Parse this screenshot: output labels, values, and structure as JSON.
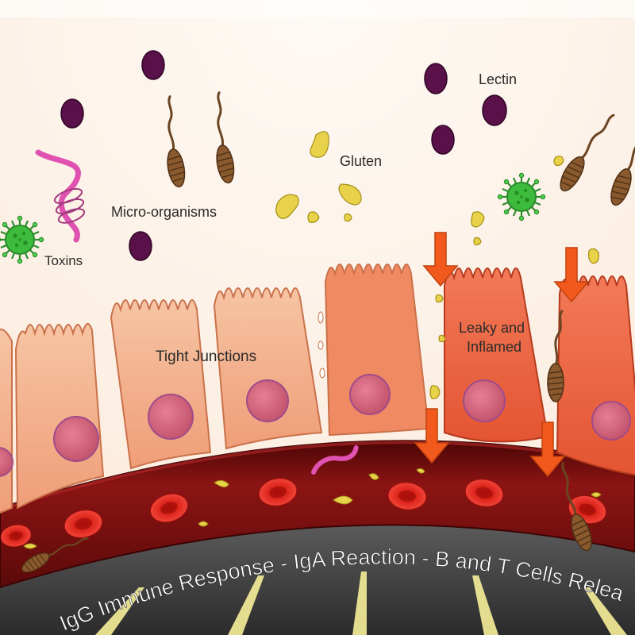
{
  "labels": {
    "toxins": "Toxins",
    "micro_organisms": "Micro-organisms",
    "gluten": "Gluten",
    "lectin": "Lectin",
    "tight_junctions": "Tight Junctions",
    "leaky_line1": "Leaky and",
    "leaky_line2": "Inflamed",
    "immune_banner": "IgG Immune Response - IgA Reaction - B and T Cells Relea"
  },
  "colors": {
    "background": "#fdf3ea",
    "healthy_cell": "#f3b38e",
    "inflamed_cell": "#ee6a45",
    "nucleus": "#d97085",
    "blood_vessel": "#7a1010",
    "red_cell": "#e0291f",
    "gluten": "#e8d24a",
    "lectin": "#5a1048",
    "virus": "#3dbb3d",
    "arrow": "#f15a1c",
    "worm": "#8a5a2e",
    "spirochete": "#e052b0"
  },
  "icons": [
    "virus-icon",
    "spirochete-icon",
    "worm-icon",
    "lectin-icon",
    "gluten-icon",
    "red-blood-cell-icon",
    "arrow-icon"
  ]
}
